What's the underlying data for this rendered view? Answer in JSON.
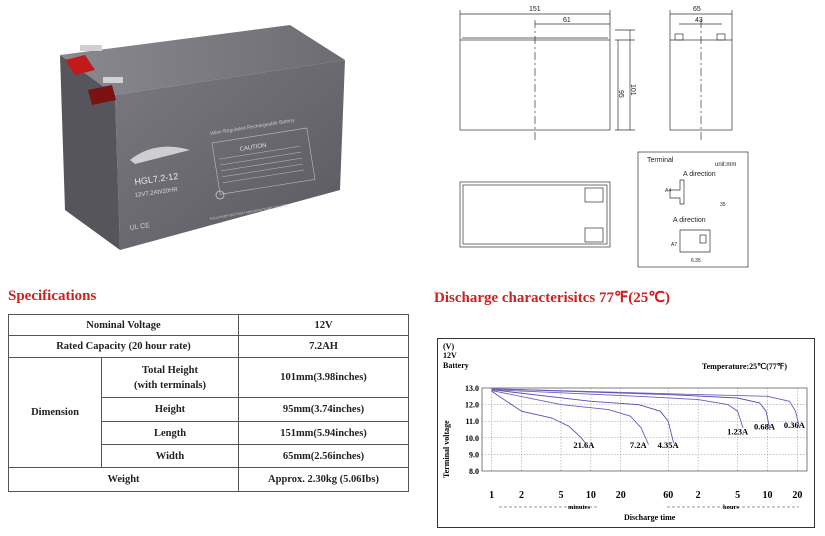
{
  "photo": {
    "brand_text": "HGL7.2-12",
    "rating_text": "12V7.2Ah/20HR",
    "caution_label": "CAUTION",
    "top_label": "Valve Regulated Rechargeable Battery",
    "maker_label": "FULLRIVER BATTERY MANUFACTURE CO.,LTD.",
    "colors": {
      "case": "#6e6d73",
      "case_dark": "#4d4c52",
      "terminal_red": "#cc1a1a"
    }
  },
  "drawings": {
    "front_width": "151",
    "front_offset": "61",
    "front_height_inner": "95",
    "front_height_total": "101",
    "side_width": "65",
    "side_inner": "43",
    "terminal_title": "Terminal",
    "terminal_unit": "unit:mm",
    "a_direction_1": "A direction",
    "a_direction_2": "A direction",
    "dim_a": "A4",
    "dim_b": "35",
    "dim_c": "A7",
    "dim_d": "6.35"
  },
  "specifications": {
    "heading": "Specifications",
    "nominal_voltage_label": "Nominal Voltage",
    "nominal_voltage_value": "12V",
    "rated_capacity_label": "Rated Capacity (20 hour rate)",
    "rated_capacity_value": "7.2AH",
    "dimension_label": "Dimension",
    "total_height_label_1": "Total Height",
    "total_height_label_2": "(with terminals)",
    "total_height_value": "101mm(3.98inches)",
    "height_label": "Height",
    "height_value": "95mm(3.74inches)",
    "length_label": "Length",
    "length_value": "151mm(5.94inches)",
    "width_label": "Width",
    "width_value": "65mm(2.56inches)",
    "weight_label": "Weight",
    "weight_value": "Approx. 2.30kg (5.06Ibs)"
  },
  "discharge": {
    "heading": "Discharge characterisitcs 77℉(25℃)"
  },
  "chart_data": {
    "type": "line",
    "y_unit_label": "(V)",
    "y_sub_label_1": "12V",
    "y_sub_label_2": "Battery",
    "ylabel": "Terminal voltage",
    "xlabel": "Discharge time",
    "x_group_minutes": "minutes",
    "x_group_hours": "hours",
    "annotation": "Temperature:25℃(77℉)",
    "ylim": [
      8.0,
      13.0
    ],
    "y_ticks": [
      "13.0",
      "12.0",
      "11.0",
      "10.0",
      "9.0",
      "8.0"
    ],
    "y_tick_values": [
      13.0,
      12.0,
      11.0,
      10.0,
      9.0,
      8.0
    ],
    "x_ticks": [
      "1",
      "2",
      "5",
      "10",
      "20",
      "60",
      "2",
      "5",
      "10",
      "20"
    ],
    "x_tick_minutes": [
      1,
      2,
      5,
      10,
      20,
      60,
      120,
      300,
      600,
      1200
    ],
    "xlim_minutes": [
      0.8,
      1500
    ],
    "series": [
      {
        "name": "21.6A",
        "label": "21.6A",
        "points": [
          [
            1,
            12.8
          ],
          [
            2,
            11.6
          ],
          [
            4,
            11.2
          ],
          [
            6,
            10.7
          ],
          [
            8,
            10.0
          ],
          [
            9,
            9.6
          ]
        ],
        "label_at": [
          8.5,
          9.4
        ]
      },
      {
        "name": "7.2A",
        "label": "7.2A",
        "points": [
          [
            1,
            12.85
          ],
          [
            5,
            12.0
          ],
          [
            15,
            11.7
          ],
          [
            25,
            11.3
          ],
          [
            32,
            10.6
          ],
          [
            38,
            9.6
          ]
        ],
        "label_at": [
          30,
          9.4
        ]
      },
      {
        "name": "4.35A",
        "label": "4.35A",
        "points": [
          [
            1,
            12.9
          ],
          [
            10,
            12.2
          ],
          [
            30,
            12.0
          ],
          [
            50,
            11.6
          ],
          [
            60,
            11.0
          ],
          [
            68,
            9.7
          ]
        ],
        "label_at": [
          60,
          9.4
        ]
      },
      {
        "name": "1.23A",
        "label": "1.23A",
        "points": [
          [
            1,
            12.9
          ],
          [
            30,
            12.5
          ],
          [
            120,
            12.3
          ],
          [
            240,
            12.0
          ],
          [
            300,
            11.6
          ],
          [
            340,
            10.6
          ]
        ],
        "label_at": [
          300,
          10.2
        ]
      },
      {
        "name": "0.68A",
        "label": "0.68A",
        "points": [
          [
            1,
            12.95
          ],
          [
            60,
            12.6
          ],
          [
            300,
            12.4
          ],
          [
            500,
            12.1
          ],
          [
            580,
            11.6
          ],
          [
            630,
            10.6
          ]
        ],
        "label_at": [
          560,
          10.5
        ]
      },
      {
        "name": "0.36A",
        "label": "0.36A",
        "points": [
          [
            1,
            12.95
          ],
          [
            120,
            12.6
          ],
          [
            600,
            12.5
          ],
          [
            1000,
            12.2
          ],
          [
            1150,
            11.6
          ],
          [
            1250,
            10.7
          ]
        ],
        "label_at": [
          1120,
          10.6
        ]
      }
    ]
  }
}
